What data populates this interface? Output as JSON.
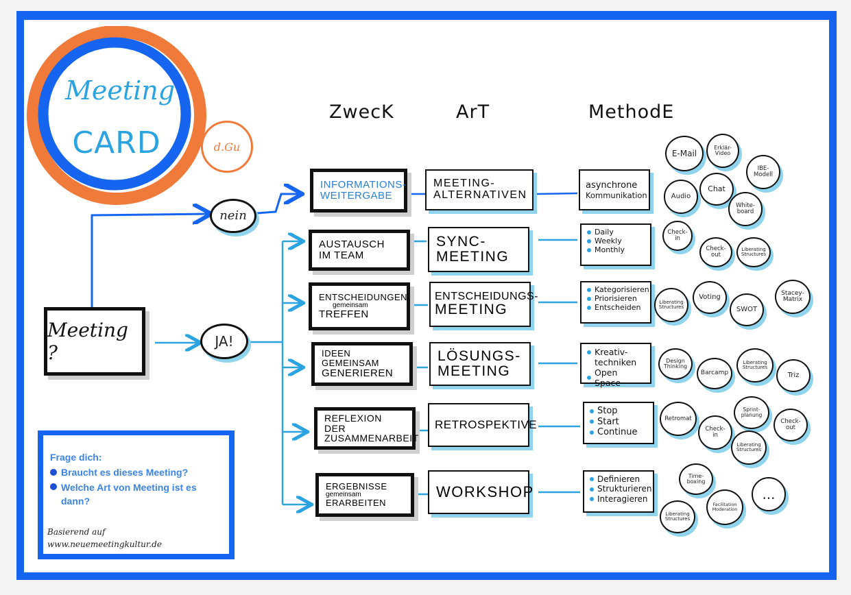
{
  "logo": {
    "line1": "Meeting",
    "line2": "CARD",
    "badge": "d.Gu"
  },
  "headers": {
    "zweck": "ZwecK",
    "art": "ArT",
    "methode": "MethodE"
  },
  "decision": {
    "meeting": "Meeting ?",
    "nein": "nein",
    "ja": "JA!"
  },
  "rows": [
    {
      "zweck": [
        "Informations-",
        "weitergabe"
      ],
      "art": [
        "Meeting-",
        "Alternativen"
      ],
      "methode": [
        "asynchrone",
        "Kommunikation"
      ],
      "methode_bullets": false
    },
    {
      "zweck": [
        "Austausch",
        "im Team"
      ],
      "art": [
        "Sync-",
        "Meeting"
      ],
      "methode": [
        "Daily",
        "Weekly",
        "Monthly"
      ],
      "methode_bullets": true
    },
    {
      "zweck": [
        "Entscheidungen",
        "gemeinsam",
        "treffen"
      ],
      "art": [
        "Entscheidungs-",
        "Meeting"
      ],
      "methode": [
        "Kategorisieren",
        "Priorisieren",
        "Entscheiden"
      ],
      "methode_bullets": true
    },
    {
      "zweck": [
        "Ideen gemeinsam",
        "generieren"
      ],
      "art": [
        "Lösungs-",
        "Meeting"
      ],
      "methode": [
        "Kreativ-",
        "techniken",
        "Open Space"
      ],
      "methode_bullets": true
    },
    {
      "zweck": [
        "Reflexion der",
        "Zusammenarbeit"
      ],
      "art": [
        "Retrospektive"
      ],
      "methode": [
        "Stop",
        "Start",
        "Continue"
      ],
      "methode_bullets": true
    },
    {
      "zweck": [
        "Ergebnisse",
        "gemeinsam",
        "erarbeiten"
      ],
      "art": [
        "Workshop"
      ],
      "methode": [
        "Definieren",
        "Strukturieren",
        "Interagieren"
      ],
      "methode_bullets": true
    }
  ],
  "circles": [
    [
      "E-Mail",
      "Erklär-\nVideo",
      "IBE-\nModell",
      "Audio",
      "Chat",
      "White-\nboard"
    ],
    [
      "Check-\nin",
      "Check-\nout",
      "Liberating\nStructures"
    ],
    [
      "Liberating\nStructures",
      "Voting",
      "SWOT",
      "Stacey-\nMatrix"
    ],
    [
      "Design\nThinking",
      "Barcamp",
      "Liberating\nStructures",
      "Triz"
    ],
    [
      "Retromat",
      "Check-\nin",
      "Sprint-\nplanung",
      "Check-\nout",
      "Liberating\nStructures"
    ],
    [
      "Time-\nboxing",
      "Liberating\nStructures",
      "Facilitation\nModeration",
      "..."
    ]
  ],
  "panel": {
    "heading": "Frage dich:",
    "bullets": [
      "Braucht es dieses Meeting?",
      "Welche Art von Meeting ist es dann?"
    ],
    "footer_line1": "Basierend auf",
    "footer_line2": "www.neuemeetingkultur.de"
  },
  "colors": {
    "brand_blue": "#1565f0",
    "orange": "#f07a3a",
    "cyan": "#2aa3e0",
    "shadow_blue": "#8fd3ec"
  }
}
